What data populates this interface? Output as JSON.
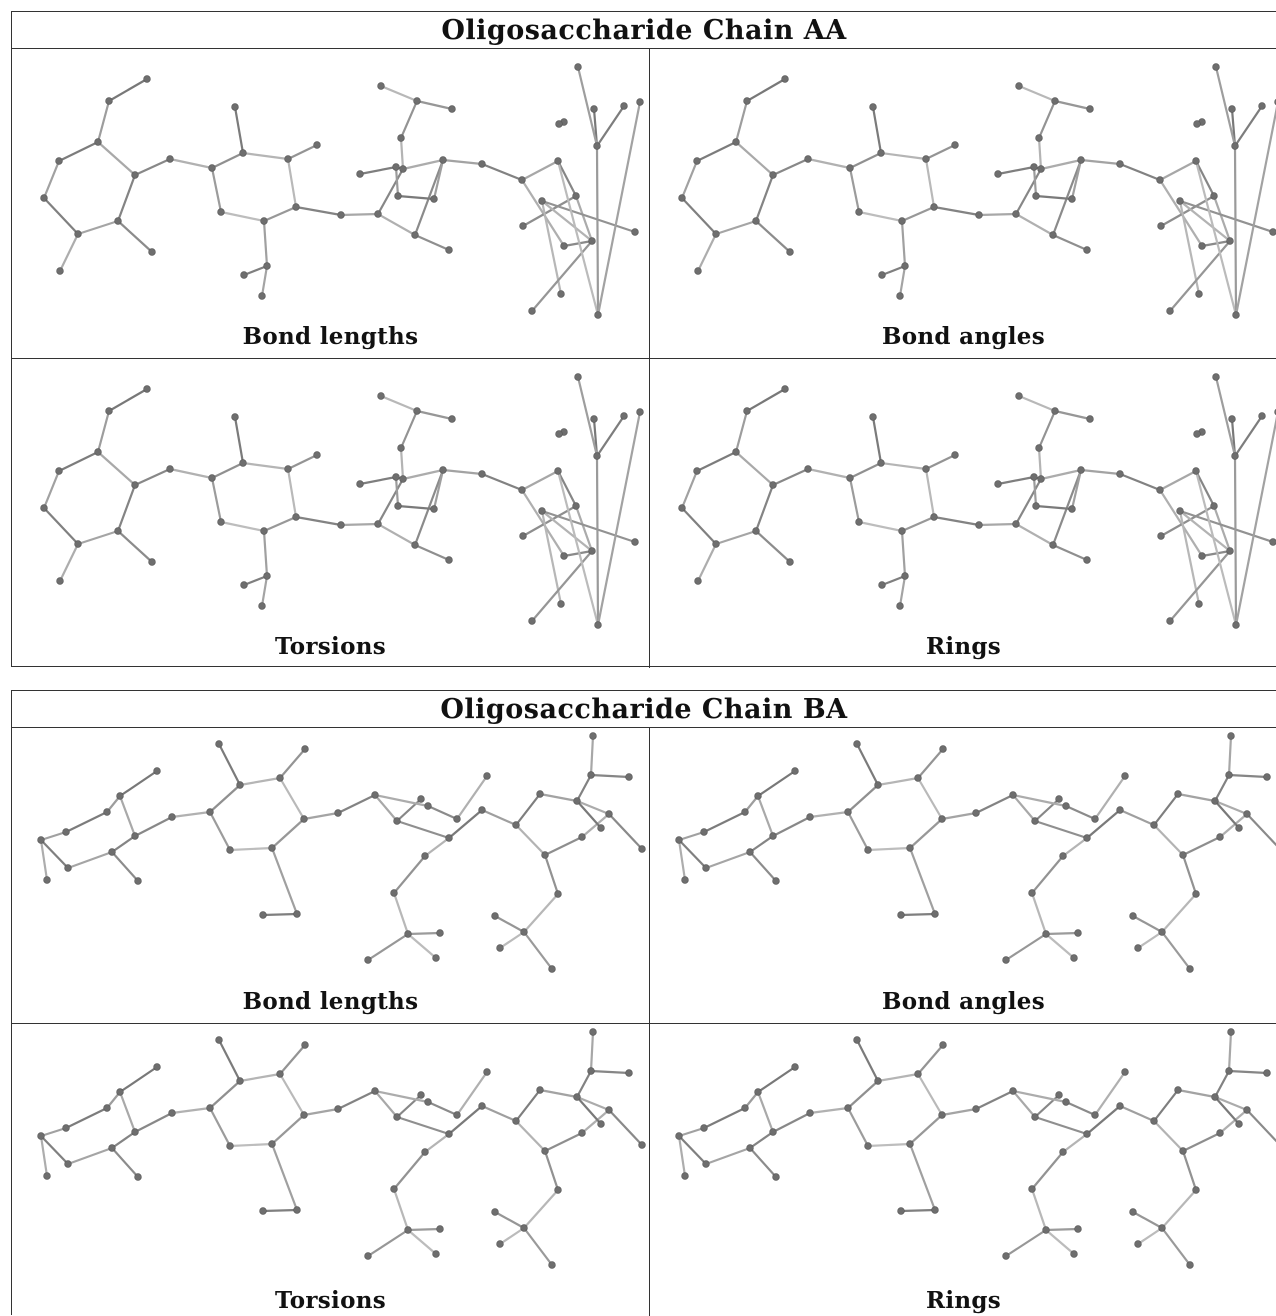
{
  "panels": [
    {
      "title": "Oligosaccharide Chain AA",
      "captions": [
        "Bond lengths",
        "Bond angles",
        "Torsions",
        "Rings"
      ]
    },
    {
      "title": "Oligosaccharide Chain BA",
      "captions": [
        "Bond lengths",
        "Bond angles",
        "Torsions",
        "Rings"
      ]
    }
  ]
}
